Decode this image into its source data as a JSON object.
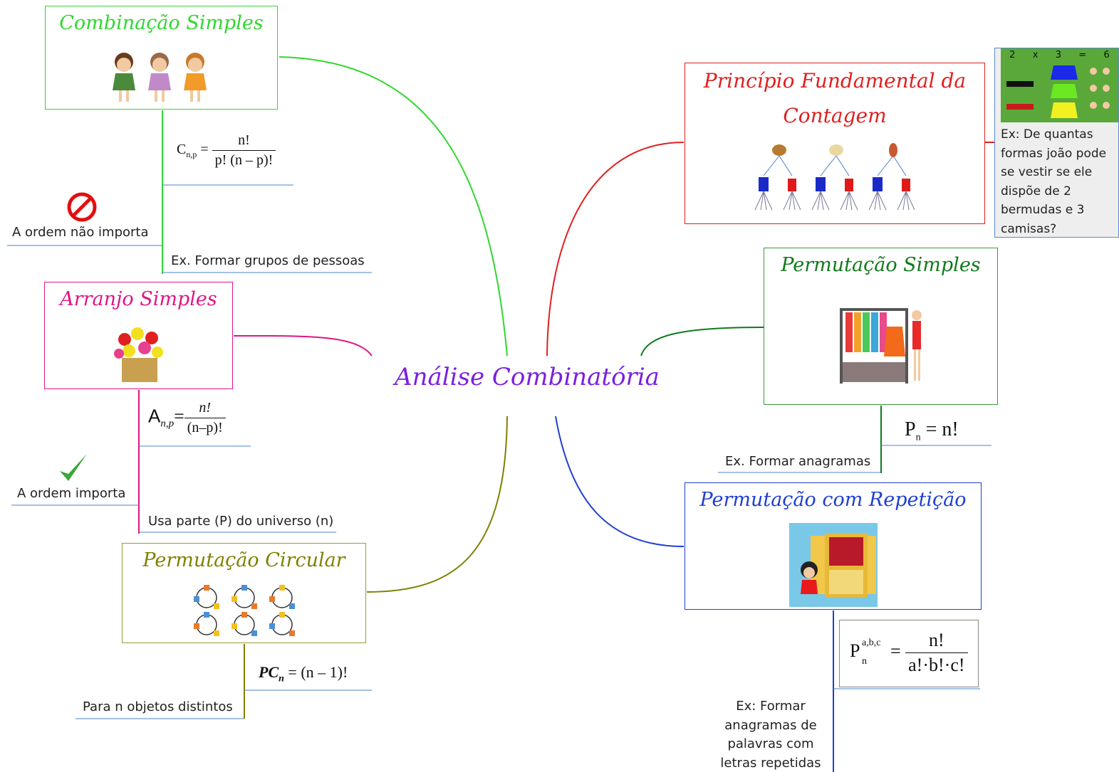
{
  "central": {
    "title": "Análise Combinatória",
    "color": "#7b1fe0"
  },
  "topics": {
    "combinacao": {
      "title": "Combinação Simples",
      "color": "#2fd82f",
      "note": "A ordem não importa",
      "example": "Ex. Formar grupos de pessoas",
      "formula": {
        "lhs": "C",
        "sub": "n,p",
        "num": "n!",
        "den": "p! (n – p)!"
      }
    },
    "arranjo": {
      "title": "Arranjo Simples",
      "color": "#e01585",
      "note": "A ordem importa",
      "example": "Usa parte (P) do universo (n)",
      "formula": {
        "lhs": "A",
        "sub": "n,p",
        "num": "n!",
        "den": "(n–p)!"
      }
    },
    "circular": {
      "title": "Permutação Circular",
      "color": "#808000",
      "example": "Para n objetos distintos",
      "formula": {
        "lhs": "PC",
        "sub": "n",
        "rhs": "= (n – 1)!"
      }
    },
    "pfc": {
      "title_line1": "Princípio Fundamental da",
      "title_line2": "Contagem",
      "color": "#e02020",
      "side_question": [
        "Ex: De quantas",
        "formas joão pode",
        "se vestir se ele",
        "dispõe de 2",
        "bermudas e 3",
        "camisas?"
      ],
      "side_equation": [
        "2",
        "x",
        "3",
        "=",
        "6"
      ]
    },
    "simples": {
      "title": "Permutação Simples",
      "color": "#0f7a1a",
      "example": "Ex. Formar anagramas",
      "formula": {
        "lhs": "P",
        "sub": "n",
        "rhs": "= n!"
      }
    },
    "repeticao": {
      "title": "Permutação com Repetição",
      "color": "#1e3fd0",
      "example": [
        "Ex: Formar",
        "anagramas de",
        "palavras com",
        "letras repetidas"
      ],
      "formula": {
        "lhs": "P",
        "sup": "a,b,c",
        "sub": "n",
        "num": "n!",
        "den": "a!·b!·c!"
      }
    }
  }
}
